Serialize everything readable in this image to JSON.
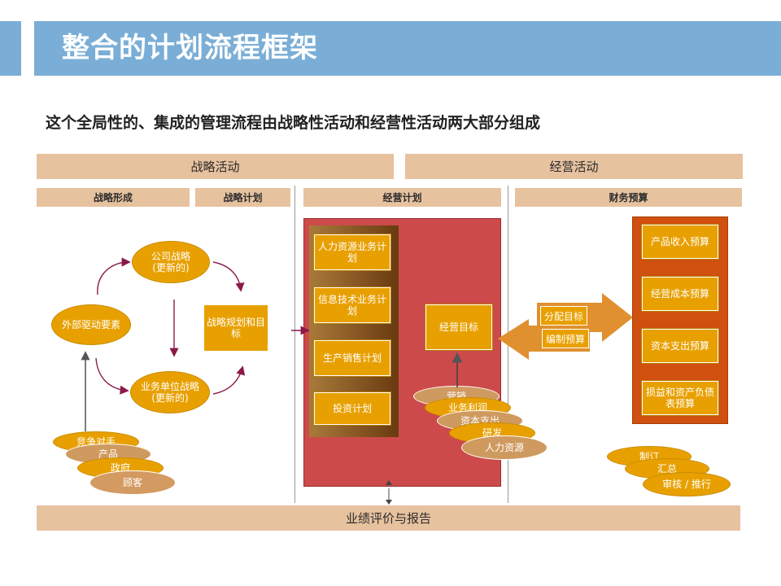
{
  "title": "整合的计划流程框架",
  "subtitle": "这个全局性的、集成的管理流程由战略性活动和经营性活动两大部分组成",
  "sections": {
    "strategy": "战略活动",
    "operations": "经营活动",
    "strategy_formation": "战略形成",
    "strategy_plan": "战略计划",
    "operating_plan": "经营计划",
    "financial_budget": "财务预算",
    "bottom": "业绩评价与报告"
  },
  "strategy_formation": {
    "external_drivers": "外部驱动要素",
    "corporate_strategy": "公司战略",
    "corporate_strategy_note": "(更新的)",
    "bu_strategy": "业务单位战略",
    "bu_strategy_note": "(更新的)",
    "drivers": [
      "竞争对手",
      "产品",
      "政府",
      "顾客"
    ]
  },
  "strategy_plan": {
    "box": "战略规划和目标"
  },
  "operating_plan": {
    "plans": [
      "人力资源业务计划",
      "信息技术业务计划",
      "生产销售计划",
      "投资计划"
    ],
    "target": "经营目标",
    "inputs": [
      "营销",
      "业务利润",
      "资本支出",
      "研发",
      "人力资源"
    ]
  },
  "exchange": {
    "allocate": "分配目标",
    "compile": "编制预算"
  },
  "budget": {
    "items": [
      "产品收入预算",
      "经营成本预算",
      "资本支出预算",
      "损益和资产负债表预算"
    ],
    "steps": [
      "制订",
      "汇总",
      "审核 / 推行"
    ]
  },
  "colors": {
    "header": "#7aaed6",
    "band": "#e7c29f",
    "gold": "#e8a000",
    "red_panel": "#cc4a4a",
    "orange_panel": "#d0500f",
    "arrow": "#8b1a4a"
  }
}
